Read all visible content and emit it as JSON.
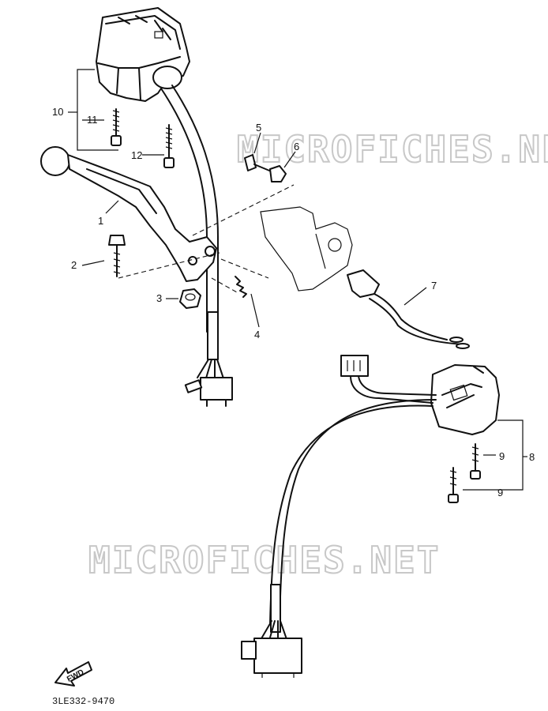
{
  "diagram": {
    "callouts": {
      "c1": "1",
      "c2": "2",
      "c3": "3",
      "c4": "4",
      "c5": "5",
      "c6": "6",
      "c7": "7",
      "c8": "8",
      "c9a": "9",
      "c9b": "9",
      "c10": "10",
      "c11": "11",
      "c12": "12"
    },
    "watermark_top": "MICROFICHES.NET",
    "watermark_bottom": "MICROFICHES.NET",
    "fwd_label": "FWD",
    "drawing_code": "3LE332-9470"
  }
}
